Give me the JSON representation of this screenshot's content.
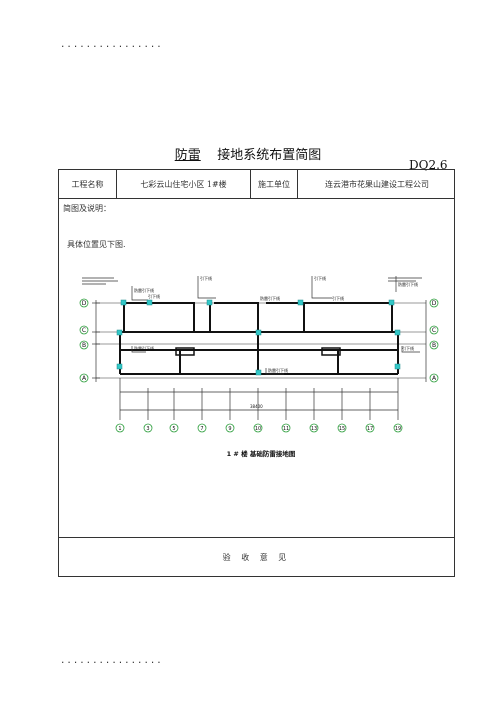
{
  "header_dots": "................",
  "footer_dots": "................",
  "title": {
    "part1": "防雷",
    "part2": "接地系统布置简图"
  },
  "code": "DQ2.6",
  "table": {
    "project_label": "工程名称",
    "project_value": "七彩云山住宅小区 1#楼",
    "unit_label": "施工单位",
    "unit_value": "连云港市花果山建设工程公司"
  },
  "note_label": "简图及说明：",
  "note_text": "具体位置见下图.",
  "acceptance_label": "验 收 意 见",
  "drawing": {
    "caption": "1 # 楼 基础防雷接地图",
    "axis_rows_left": [
      "D",
      "C",
      "B",
      "A"
    ],
    "axis_rows_right": [
      "D",
      "C",
      "B",
      "A"
    ],
    "axis_columns": [
      "1",
      "3",
      "5",
      "7",
      "9",
      "10",
      "11",
      "13",
      "15",
      "17",
      "19"
    ],
    "dimension_total": "38400",
    "labels": [
      "防雷引下线",
      "引下线",
      "防雷引下线",
      "引下线",
      "防雷引下线",
      "引下线",
      "防雷引下线",
      "引下线"
    ]
  }
}
